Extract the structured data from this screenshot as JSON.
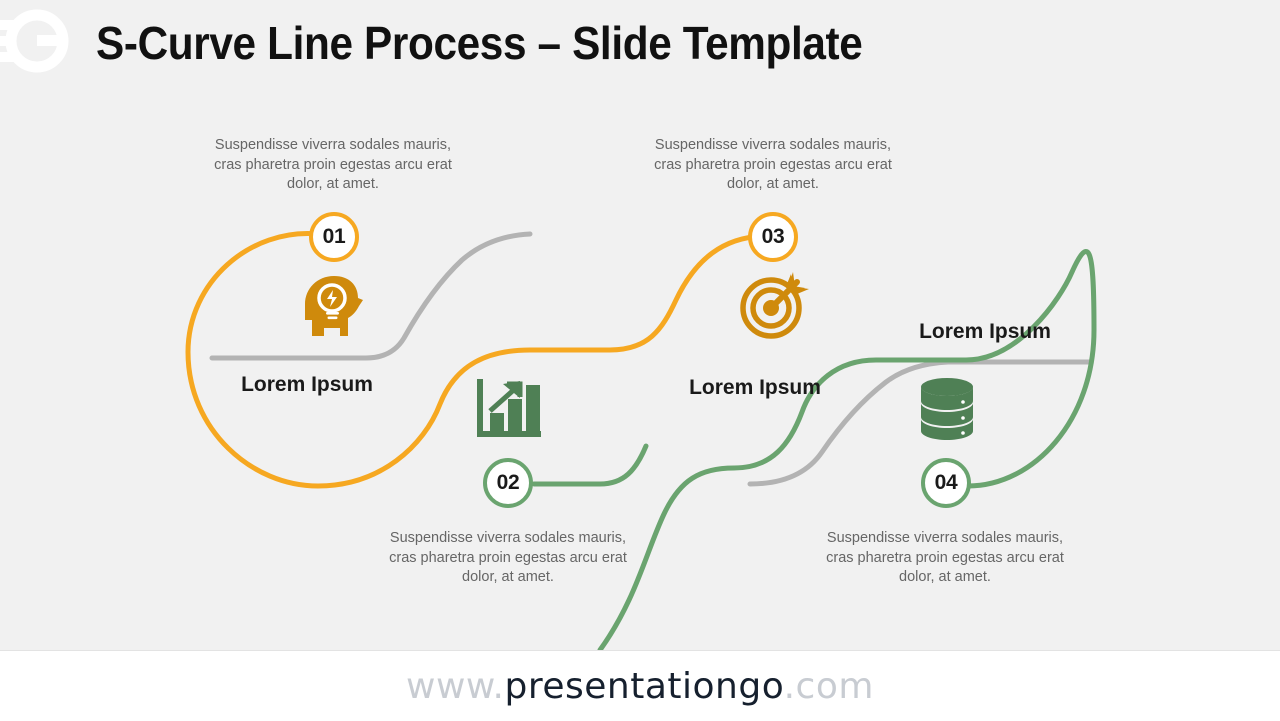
{
  "slide": {
    "title": "S-Curve Line Process – Slide Template",
    "background_color": "#f1f1f1",
    "logo_text": "GO"
  },
  "colors": {
    "amber": "#f6a821",
    "amber_icon": "#cf8a0c",
    "green": "#6aa46f",
    "green_icon": "#4f8055",
    "gray": "#b3b3b3",
    "title": "#111111",
    "body": "#666666"
  },
  "steps": [
    {
      "number": "01",
      "title": "Lorem Ipsum",
      "description": "Suspendisse viverra sodales mauris, cras pharetra proin egestas arcu erat dolor, at amet.",
      "icon": "head-lightbulb-icon",
      "accent": "#f6a821",
      "icon_color": "#cf8a0c"
    },
    {
      "number": "02",
      "title": "Lorem Ipsum",
      "description": "Suspendisse viverra sodales mauris, cras pharetra proin egestas arcu erat dolor, at amet.",
      "icon": "bar-chart-growth-icon",
      "accent": "#6aa46f",
      "icon_color": "#4f8055"
    },
    {
      "number": "03",
      "title": "Lorem Ipsum",
      "description": "Suspendisse viverra sodales mauris, cras pharetra proin egestas arcu erat dolor, at amet.",
      "icon": "target-arrow-icon",
      "accent": "#f6a821",
      "icon_color": "#cf8a0c"
    },
    {
      "number": "04",
      "title": "Lorem Ipsum",
      "description": "Suspendisse viverra sodales mauris, cras pharetra proin egestas arcu erat dolor, at amet.",
      "icon": "database-stack-icon",
      "accent": "#6aa46f",
      "icon_color": "#4f8055"
    }
  ],
  "footer": {
    "url_prefix": "www.",
    "url_main": "presentationgo",
    "url_suffix": ".com"
  }
}
